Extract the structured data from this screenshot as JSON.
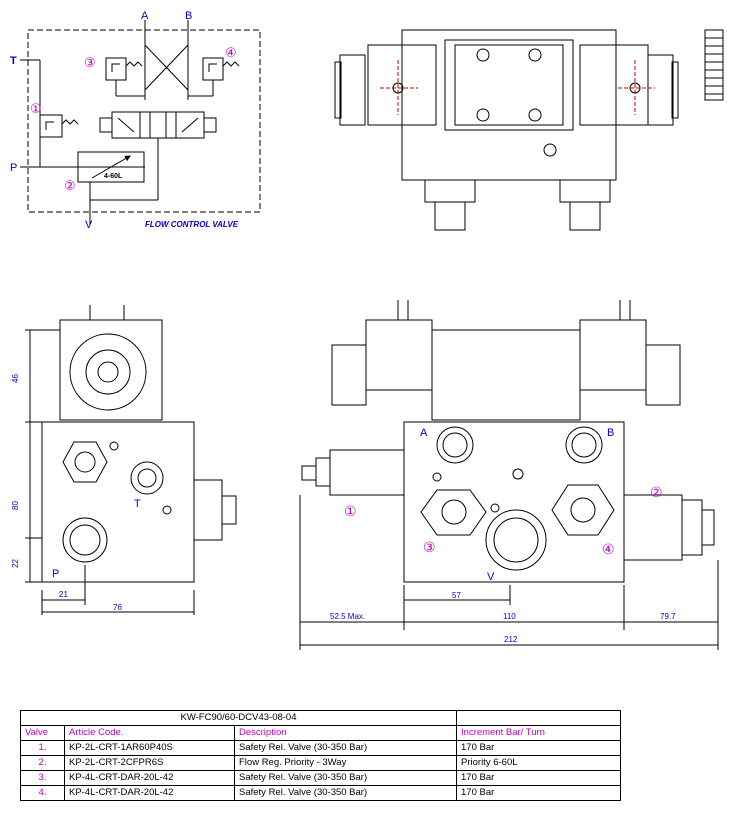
{
  "colors": {
    "accent": "#c000c0",
    "label_blue": "#0000cc",
    "line": "#000000",
    "center_red": "#cc0000"
  },
  "schematic": {
    "port_a": "A",
    "port_b": "B",
    "port_t": "T",
    "port_p": "P",
    "port_v": "V",
    "caption": "FLOW CONTROL VALVE",
    "flow_label": "4-60L",
    "marks": {
      "m1": "①",
      "m2": "②",
      "m3": "③",
      "m4": "④"
    }
  },
  "side_view": {
    "dim_46": "46",
    "dim_80": "80",
    "dim_22": "22",
    "dim_21": "21",
    "dim_76": "76",
    "label_t": "T",
    "label_p": "P"
  },
  "front_view": {
    "label_a": "A",
    "label_b": "B",
    "label_v": "V",
    "mark1": "①",
    "mark2": "②",
    "mark3": "③",
    "mark4": "④",
    "dim_57": "57",
    "dim_52": "52.5 Max.",
    "dim_110": "110",
    "dim_79": "79.7",
    "dim_212": "212"
  },
  "table": {
    "title": "KW-FC90/60-DCV43-08-04",
    "headers": [
      "Valve",
      "Article Code.",
      "Description",
      "Increment Bar/ Turn"
    ],
    "rows": [
      [
        "1.",
        "KP-2L-CRT-1AR60P40S",
        "Safety Rel. Valve (30-350 Bar)",
        "170 Bar"
      ],
      [
        "2.",
        "KP-2L-CRT-2CFPR6S",
        "Flow Reg. Priority - 3Way",
        "Priority 6-60L"
      ],
      [
        "3.",
        "KP-4L-CRT-DAR-20L-42",
        "Safety Rel. Valve (30-350 Bar)",
        "170 Bar"
      ],
      [
        "4.",
        "KP-4L-CRT-DAR-20L-42",
        "Safety Rel. Valve (30-350 Bar)",
        "170 Bar"
      ]
    ]
  }
}
